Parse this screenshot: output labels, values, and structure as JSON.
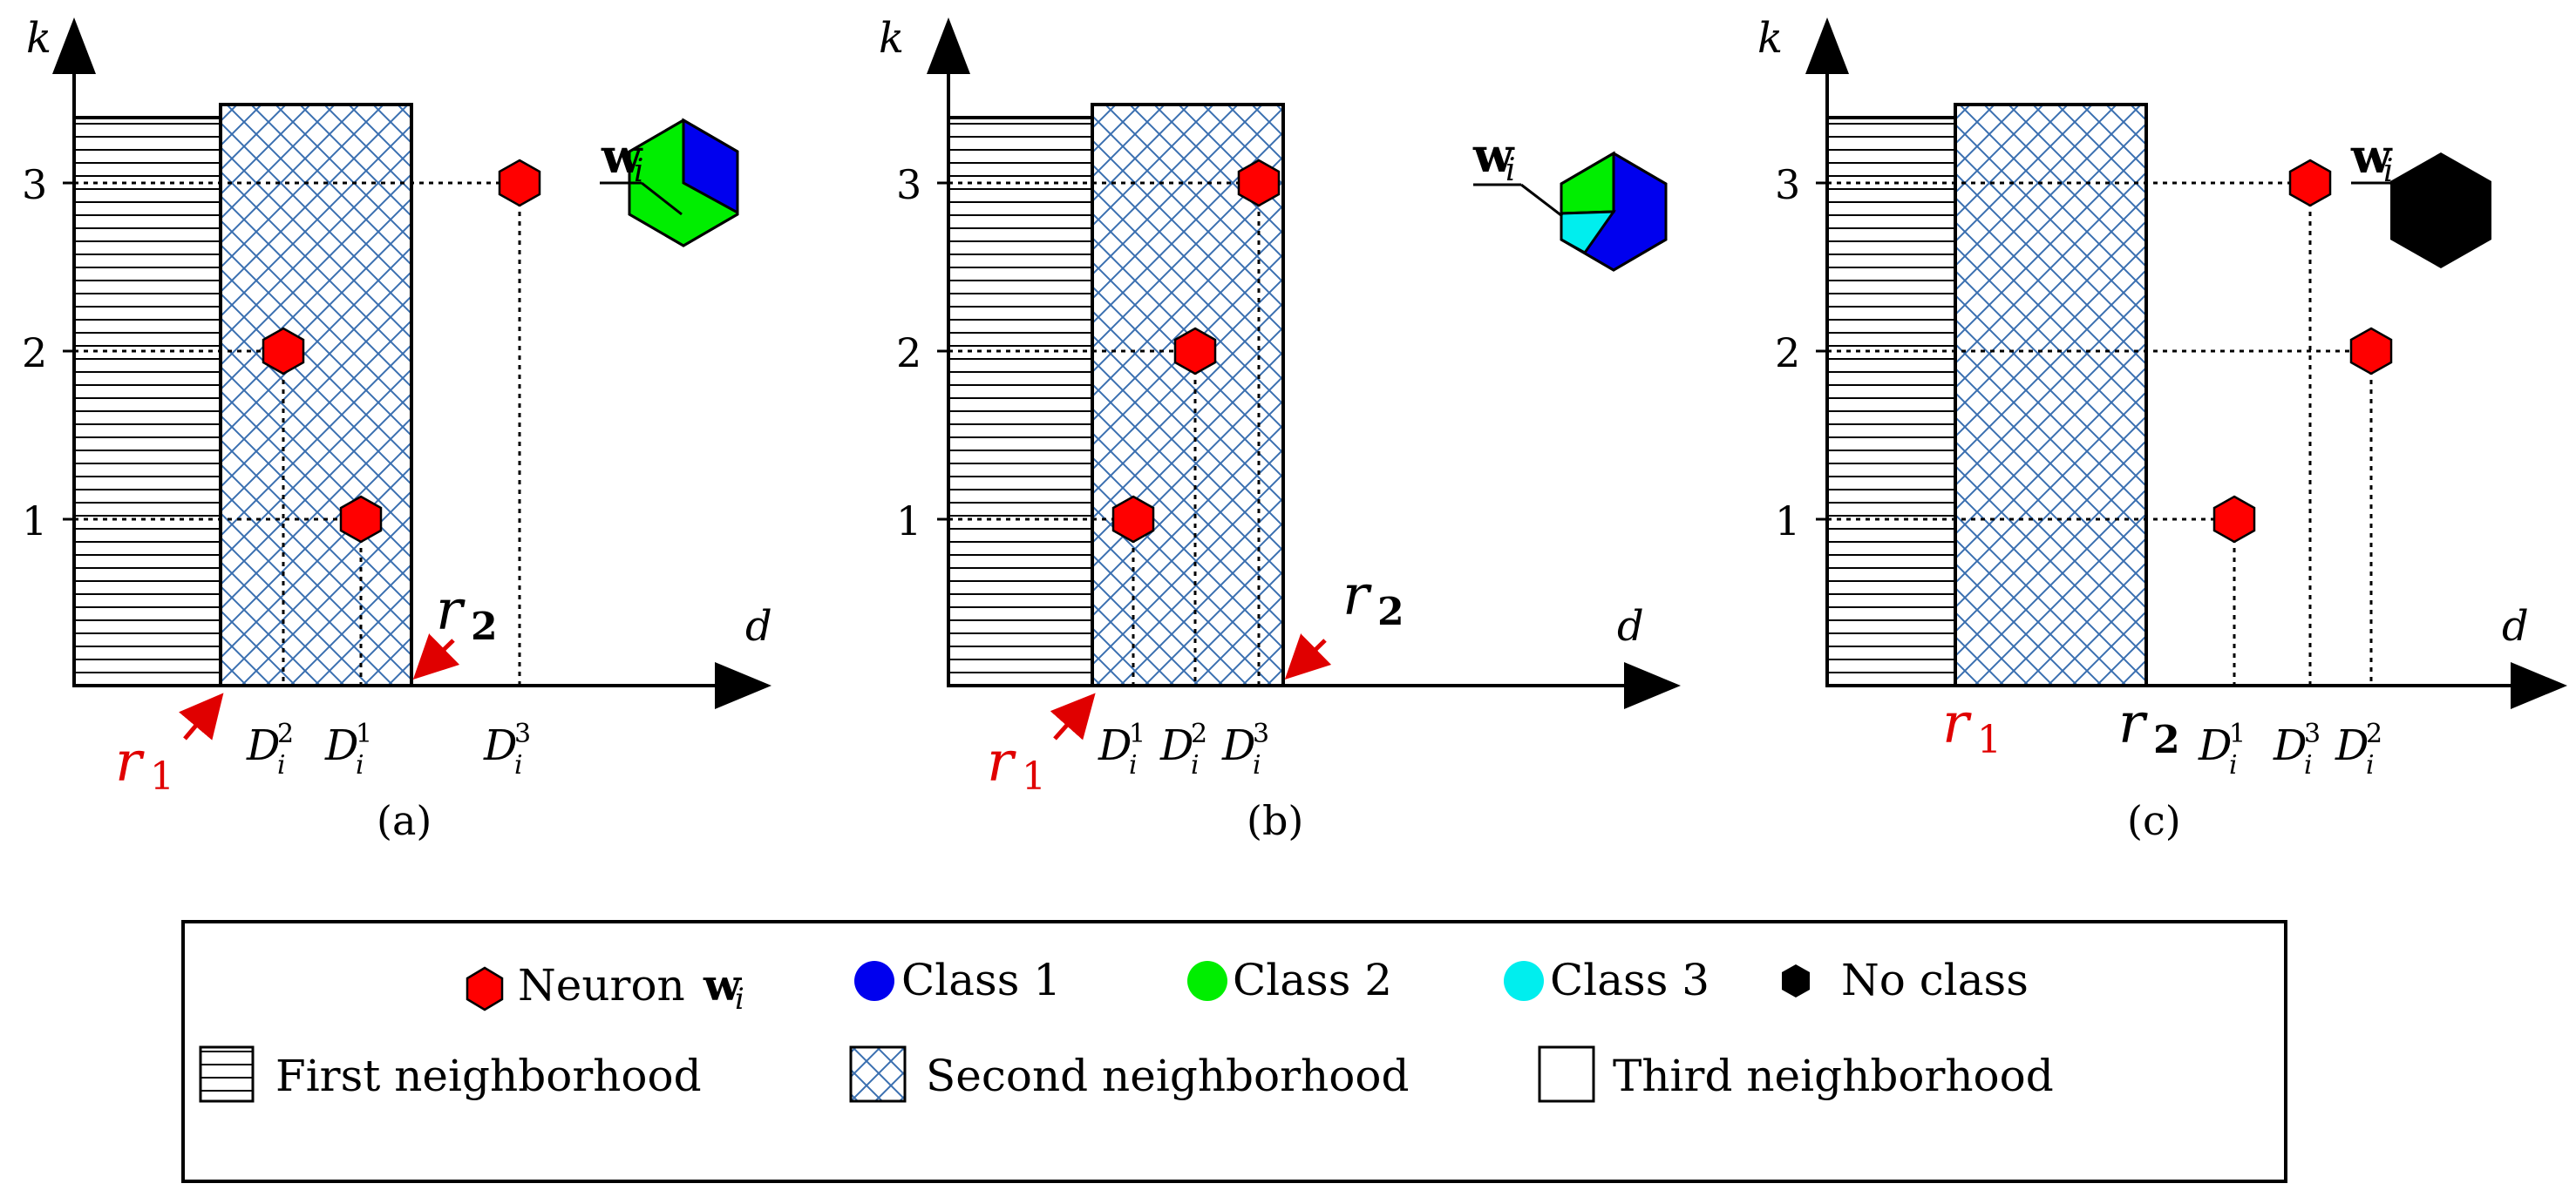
{
  "colors": {
    "neuron": "#ff0000",
    "class1": "#0000ee",
    "class2": "#00ee00",
    "class3": "#00eeee",
    "no_class": "#000000",
    "hatch": "#3a6fb0",
    "r1_label": "#e00000"
  },
  "axes": {
    "x_label": "d",
    "y_label": "k",
    "y_ticks": [
      "1",
      "2",
      "3"
    ]
  },
  "weight_label": {
    "base": "w",
    "sub": "i"
  },
  "radii": {
    "r1": {
      "base": "r",
      "sub": "1"
    },
    "r2": {
      "base": "r",
      "sub": "2"
    }
  },
  "distance_label": {
    "base": "D",
    "sub": "i"
  },
  "panels": [
    {
      "caption": "(a)",
      "ticks": [
        "2",
        "1",
        "3"
      ]
    },
    {
      "caption": "(b)",
      "ticks": [
        "1",
        "2",
        "3"
      ]
    },
    {
      "caption": "(c)",
      "ticks": [
        "1",
        "3",
        "2"
      ]
    }
  ],
  "legend": {
    "neuron_label": "Neuron",
    "neuron_symbol": {
      "base": "w",
      "sub": "i"
    },
    "class1": "Class 1",
    "class2": "Class 2",
    "class3": "Class 3",
    "no_class": "No class",
    "first_neighborhood": "First neighborhood",
    "second_neighborhood": "Second neighborhood",
    "third_neighborhood": "Third neighborhood"
  }
}
